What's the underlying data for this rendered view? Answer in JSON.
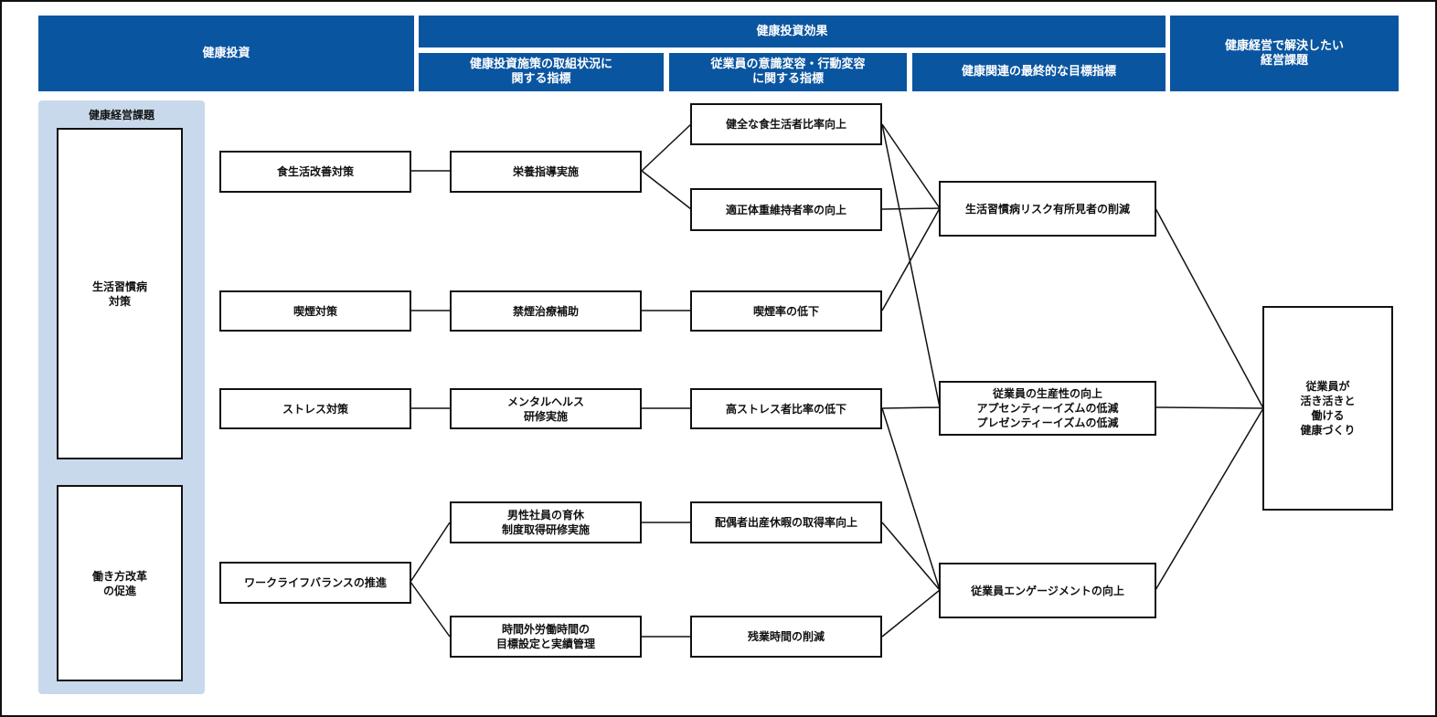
{
  "headers": {
    "investment": "健康投資",
    "effect": "健康投資効果",
    "effect_col1": "健康投資施策の取組状況に\n関する指標",
    "effect_col2": "従業員の意識変容・行動変容\nに関する指標",
    "effect_col3": "健康関連の最終的な目標指標",
    "issues": "健康経営で解決したい\n経営課題"
  },
  "sidebar": {
    "title": "健康経営課題",
    "items": [
      "生活習慣病\n対策",
      "働き方改革\nの促進"
    ]
  },
  "measures": [
    "食生活改善対策",
    "喫煙対策",
    "ストレス対策",
    "ワークライフバランスの推進"
  ],
  "programs": [
    "栄養指導実施",
    "禁煙治療補助",
    "メンタルヘルス\n研修実施",
    "男性社員の育休\n制度取得研修実施",
    "時間外労働時間の\n目標設定と実績管理"
  ],
  "behaviors": [
    "健全な食生活者比率向上",
    "適正体重維持者率の向上",
    "喫煙率の低下",
    "高ストレス者比率の低下",
    "配偶者出産休暇の取得率向上",
    "残業時間の削減"
  ],
  "outcomes": [
    "生活習慣病リスク有所見者の削減",
    "従業員の生産性の向上\nアプセンティーイズムの低減\nプレゼンティーイズムの低減",
    "従業員エンゲージメントの向上"
  ],
  "goal": "従業員が\n活き活きと\n働ける\n健康づくり",
  "colors": {
    "header": "#0a55a0",
    "sidebar": "#c9d9ec",
    "line": "#111111"
  }
}
